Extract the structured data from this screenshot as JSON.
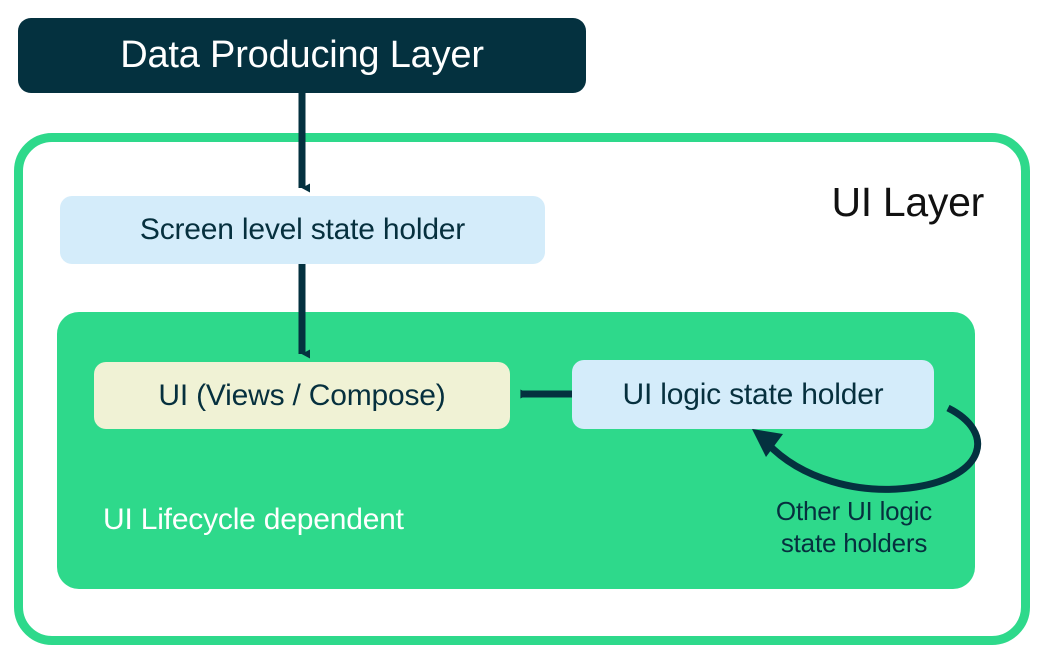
{
  "diagram": {
    "title": "Android UI Layer architecture",
    "colors": {
      "dark_navy": "#04313f",
      "green": "#2ed98b",
      "light_blue": "#d4ecfa",
      "cream": "#f0f2d5",
      "text_dark": "#06303e",
      "white": "#ffffff",
      "black": "#111111"
    },
    "nodes": {
      "data_producing_layer": "Data Producing Layer",
      "ui_layer_title": "UI Layer",
      "screen_level_state_holder": "Screen level state holder",
      "ui_views_compose": "UI (Views / Compose)",
      "ui_logic_state_holder": "UI logic state holder",
      "ui_lifecycle_dependent": "UI Lifecycle dependent",
      "other_state_holders_line1": "Other UI logic",
      "other_state_holders_line2": "state holders"
    },
    "arrows": [
      {
        "name": "data-producing-to-screen-state-holder",
        "from": "Data Producing Layer",
        "to": "Screen level state holder",
        "direction": "down"
      },
      {
        "name": "screen-state-holder-to-ui",
        "from": "Screen level state holder",
        "to": "UI (Views / Compose)",
        "direction": "down"
      },
      {
        "name": "ui-logic-state-holder-to-ui",
        "from": "UI logic state holder",
        "to": "UI (Views / Compose)",
        "direction": "left"
      },
      {
        "name": "other-state-holders-loop",
        "from": "Other UI logic state holders",
        "to": "UI logic state holder",
        "direction": "curved-loop"
      }
    ]
  }
}
